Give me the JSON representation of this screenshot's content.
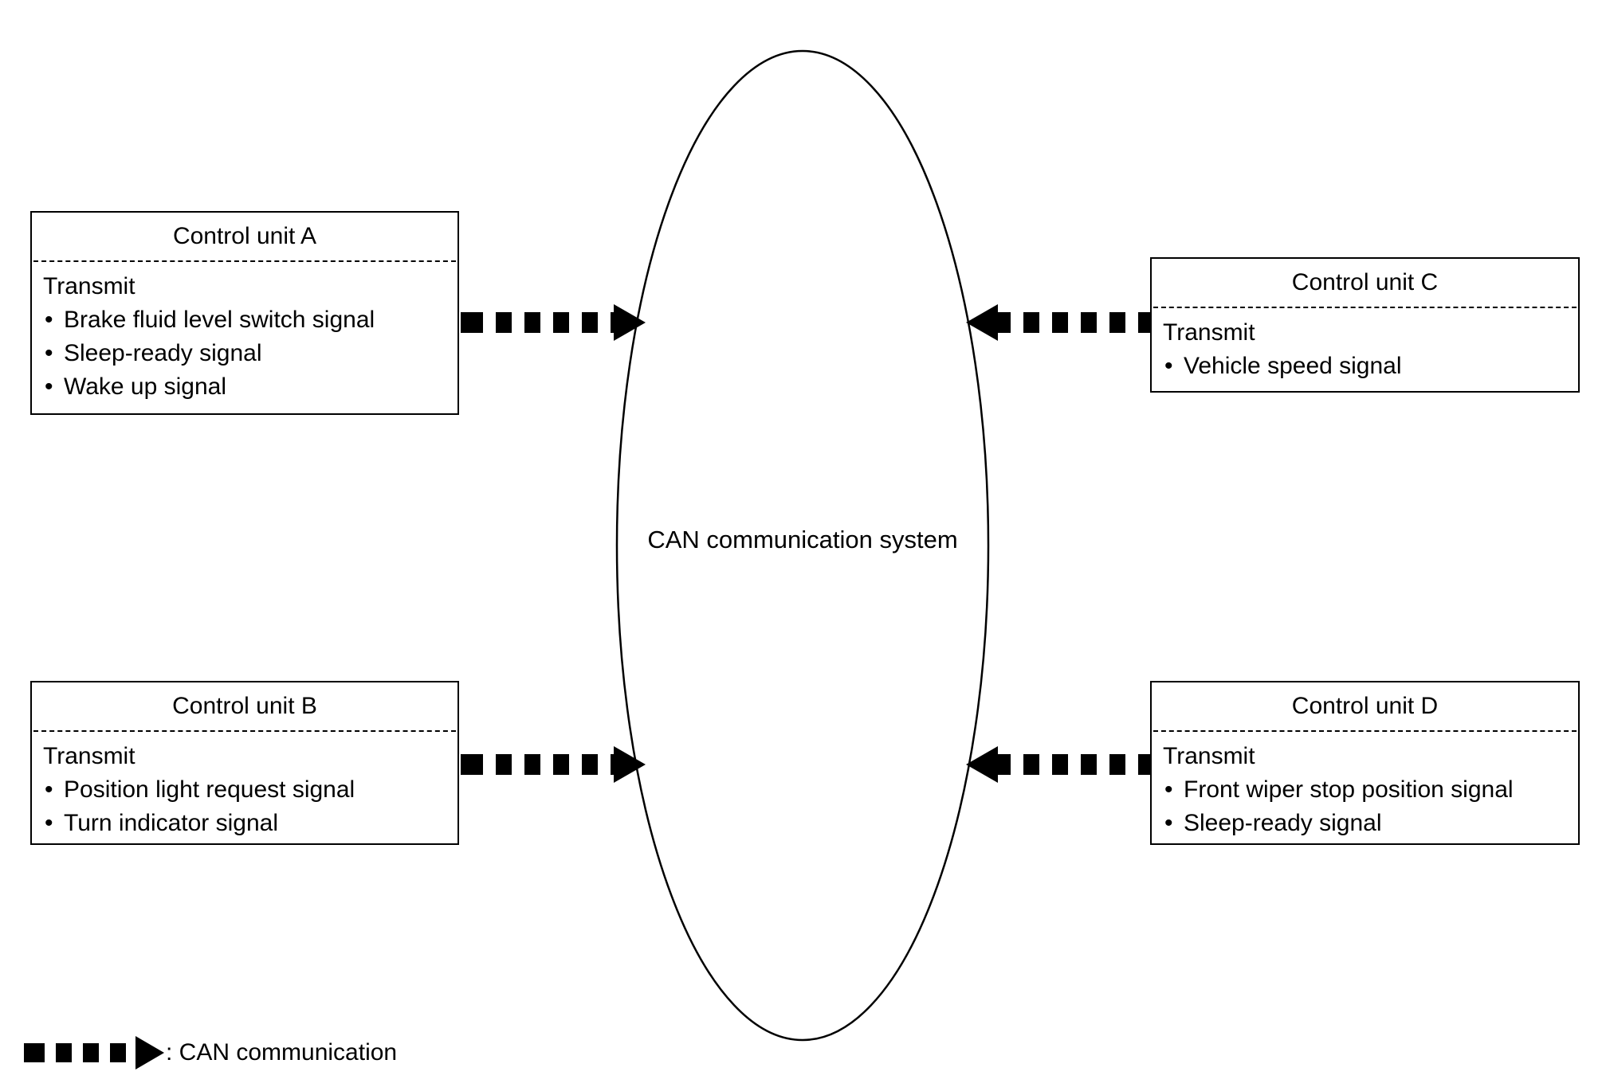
{
  "diagram": {
    "hub": {
      "label": "CAN communication system",
      "shape": "ellipse"
    },
    "units": [
      {
        "id": "A",
        "title": "Control unit A",
        "section_label": "Transmit",
        "signals": [
          "Brake fluid level switch signal",
          "Sleep-ready signal",
          "Wake up signal"
        ],
        "position": "top-left",
        "arrow_direction": "to-hub"
      },
      {
        "id": "B",
        "title": "Control unit B",
        "section_label": "Transmit",
        "signals": [
          "Position light request signal",
          "Turn indicator signal"
        ],
        "position": "bottom-left",
        "arrow_direction": "to-hub"
      },
      {
        "id": "C",
        "title": "Control unit C",
        "section_label": "Transmit",
        "signals": [
          "Vehicle speed signal"
        ],
        "position": "top-right",
        "arrow_direction": "to-hub"
      },
      {
        "id": "D",
        "title": "Control unit D",
        "section_label": "Transmit",
        "signals": [
          "Front wiper stop position signal",
          "Sleep-ready signal"
        ],
        "position": "bottom-right",
        "arrow_direction": "to-hub"
      }
    ],
    "legend": {
      "symbol": "can-communication-arrow",
      "text": ": CAN communication"
    },
    "colors": {
      "line": "#000000",
      "background": "#ffffff",
      "arrow_fill": "#000000",
      "arrow_dash": "#ffffff"
    }
  }
}
